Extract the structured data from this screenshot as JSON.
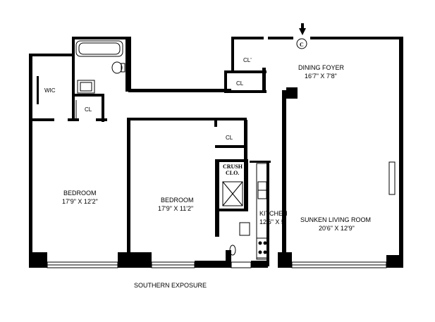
{
  "rooms": {
    "wic": "WIC",
    "cl_bath": "CL",
    "cl_hall": "CL",
    "cl_foyer_upper": "CL'",
    "cl_foyer_lower": "CL",
    "bedroom1_name": "BEDROOM",
    "bedroom1_dims": "17'9\" X 12'2\"",
    "bedroom2_name": "BEDROOM",
    "bedroom2_dims": "17'9\" X 11'2\"",
    "crush_clo_1": "CRUSH",
    "crush_clo_2": "CLO.",
    "kitchen_name": "KITCHEN",
    "kitchen_dims": "12'6\" X 5'",
    "dining_name": "DINING FOYER",
    "dining_dims": "16'7\" X 7'8\"",
    "living_name": "SUNKEN LIVING ROOM",
    "living_dims": "20'6\" X 12'9\""
  },
  "exposure_label": "SOUTHERN EXPOSURE",
  "symbols": {
    "entry": "entry-arrow-icon",
    "compass": "C"
  }
}
